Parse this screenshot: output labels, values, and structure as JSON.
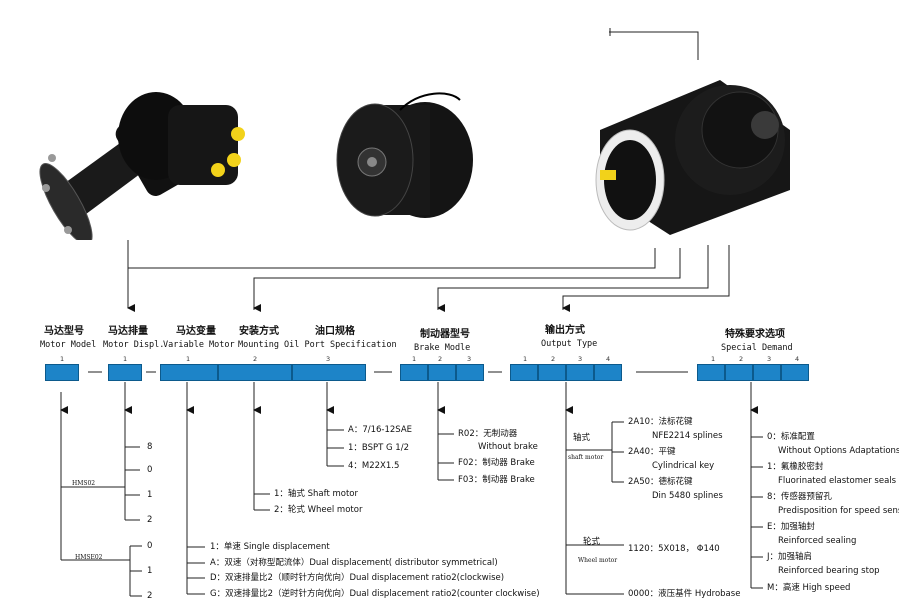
{
  "header": {
    "groups": [
      {
        "zh": "马达型号",
        "en": "Motor Model",
        "nums": [
          "1"
        ]
      },
      {
        "zh": "马达排量",
        "en": "Motor Displ.",
        "nums": [
          "1"
        ]
      },
      {
        "zh": "马达变量",
        "en": "Variable Motor",
        "nums": [
          "1"
        ]
      },
      {
        "zh": "安装方式",
        "en": "Mounting",
        "nums": [
          "2"
        ]
      },
      {
        "zh": "油口规格",
        "en": "Oil Port Specification",
        "nums": [
          "3"
        ]
      },
      {
        "zh": "制动器型号",
        "en": "Brake Modle",
        "nums": [
          "1",
          "2",
          "3"
        ]
      },
      {
        "zh": "输出方式",
        "en": "Output Type",
        "nums": [
          "1",
          "2",
          "3",
          "4"
        ]
      },
      {
        "zh": "特殊要求选项",
        "en": "Special Demand",
        "nums": [
          "1",
          "2",
          "3",
          "4"
        ]
      }
    ]
  },
  "displacement": {
    "hms02": {
      "label": "HMS02",
      "values": [
        "8",
        "0",
        "1",
        "2"
      ]
    },
    "hmse02": {
      "label": "HMSE02",
      "values": [
        "0",
        "1",
        "2"
      ]
    }
  },
  "variable": [
    "1：单速 Single displacement",
    "A：双速（对称型配流体）Dual displacement( distributor symmetrical)",
    "D：双速排量比2（顺时针方向优向）Dual displacement ratio2(clockwise)",
    "G：双速排量比2（逆时针方向优向）Dual displacement ratio2(counter clockwise)"
  ],
  "mounting": [
    "1：轴式 Shaft motor",
    "2：轮式 Wheel motor"
  ],
  "oilport": [
    "A：7/16-12SAE",
    "1：BSPT G 1/2",
    "4：M22X1.5"
  ],
  "brake": [
    {
      "code": "R02：无制动器",
      "en": "Without brake"
    },
    {
      "code": "F02：制动器 Brake",
      "en": ""
    },
    {
      "code": "F03：制动器 Brake",
      "en": ""
    }
  ],
  "output": {
    "shaft_label_zh": "轴式",
    "shaft_label_en": "shaft motor",
    "shaft": [
      {
        "code": "2A10：法标花键",
        "en": "NFE2214 splines"
      },
      {
        "code": "2A40：平键",
        "en": "Cylindrical key"
      },
      {
        "code": "2A50：德标花键",
        "en": "Din 5480 splines"
      }
    ],
    "wheel_label_zh": "轮式",
    "wheel_label_en": "Wheel motor",
    "wheel": "1120：5X018， Φ140",
    "hydrobase": "0000：液压基件 Hydrobase"
  },
  "special": [
    {
      "code": "0：标准配置",
      "en": "Without Options Adaptations"
    },
    {
      "code": "1：氟橡胶密封",
      "en": "Fluorinated elastomer seals"
    },
    {
      "code": "8：传感器预留孔",
      "en": "Predisposition for speed sensor"
    },
    {
      "code": "E：加强轴封",
      "en": "Reinforced sealing"
    },
    {
      "code": "J：加强轴肩",
      "en": "Reinforced bearing stop"
    },
    {
      "code": "M：高速 High speed",
      "en": ""
    }
  ],
  "colors": {
    "box": "#1d84c8",
    "line": "#222222",
    "motor": "#151515",
    "port": "#f2d21a"
  }
}
